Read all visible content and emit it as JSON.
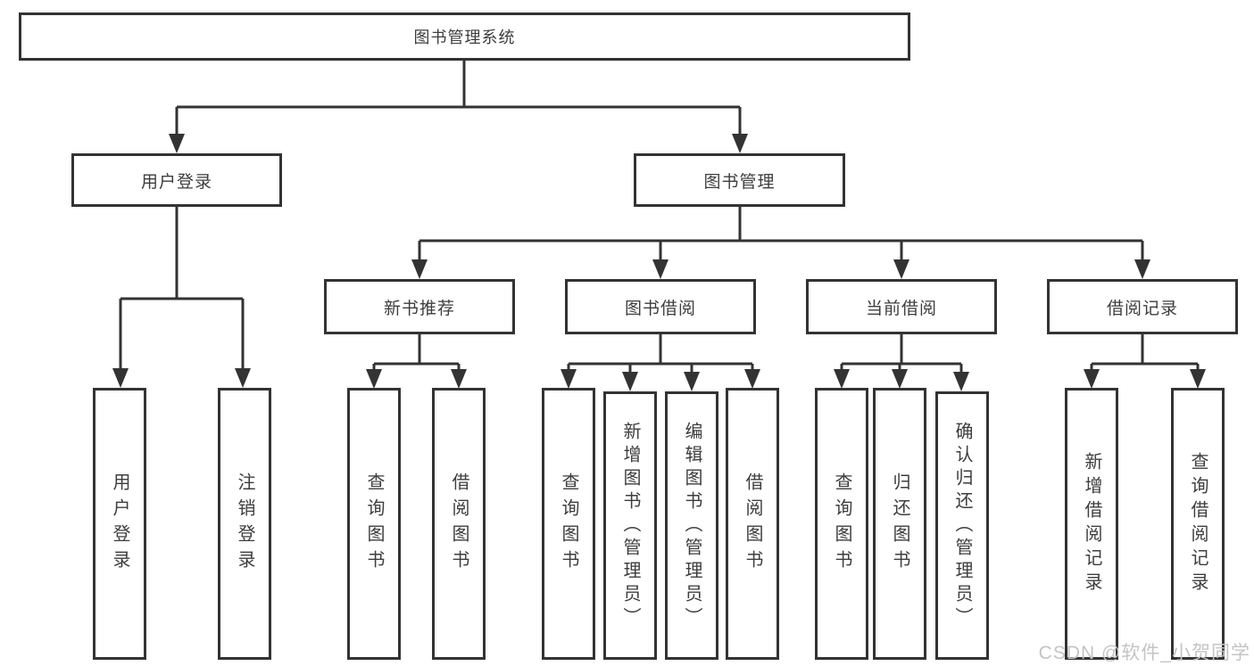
{
  "tree": {
    "root": "图书管理系统",
    "children": [
      {
        "label": "用户登录",
        "leaves": [
          "用户登录",
          "注销登录"
        ]
      },
      {
        "label": "图书管理",
        "children": [
          {
            "label": "新书推荐",
            "leaves": [
              "查询图书",
              "借阅图书"
            ]
          },
          {
            "label": "图书借阅",
            "leaves": [
              "查询图书",
              "新增图书（管理员）",
              "编辑图书（管理员）",
              "借阅图书"
            ]
          },
          {
            "label": "当前借阅",
            "leaves": [
              "查询图书",
              "归还图书",
              "确认归还（管理员）"
            ]
          },
          {
            "label": "借阅记录",
            "leaves": [
              "新增借阅记录",
              "查询借阅记录"
            ]
          }
        ]
      }
    ]
  },
  "watermark": {
    "text": "CSDN @软件_小贺同学",
    "color": "#c4c4c4"
  },
  "colors": {
    "border": "#333333",
    "line": "#333333",
    "text": "#3d3d3d",
    "background": "#ffffff"
  }
}
